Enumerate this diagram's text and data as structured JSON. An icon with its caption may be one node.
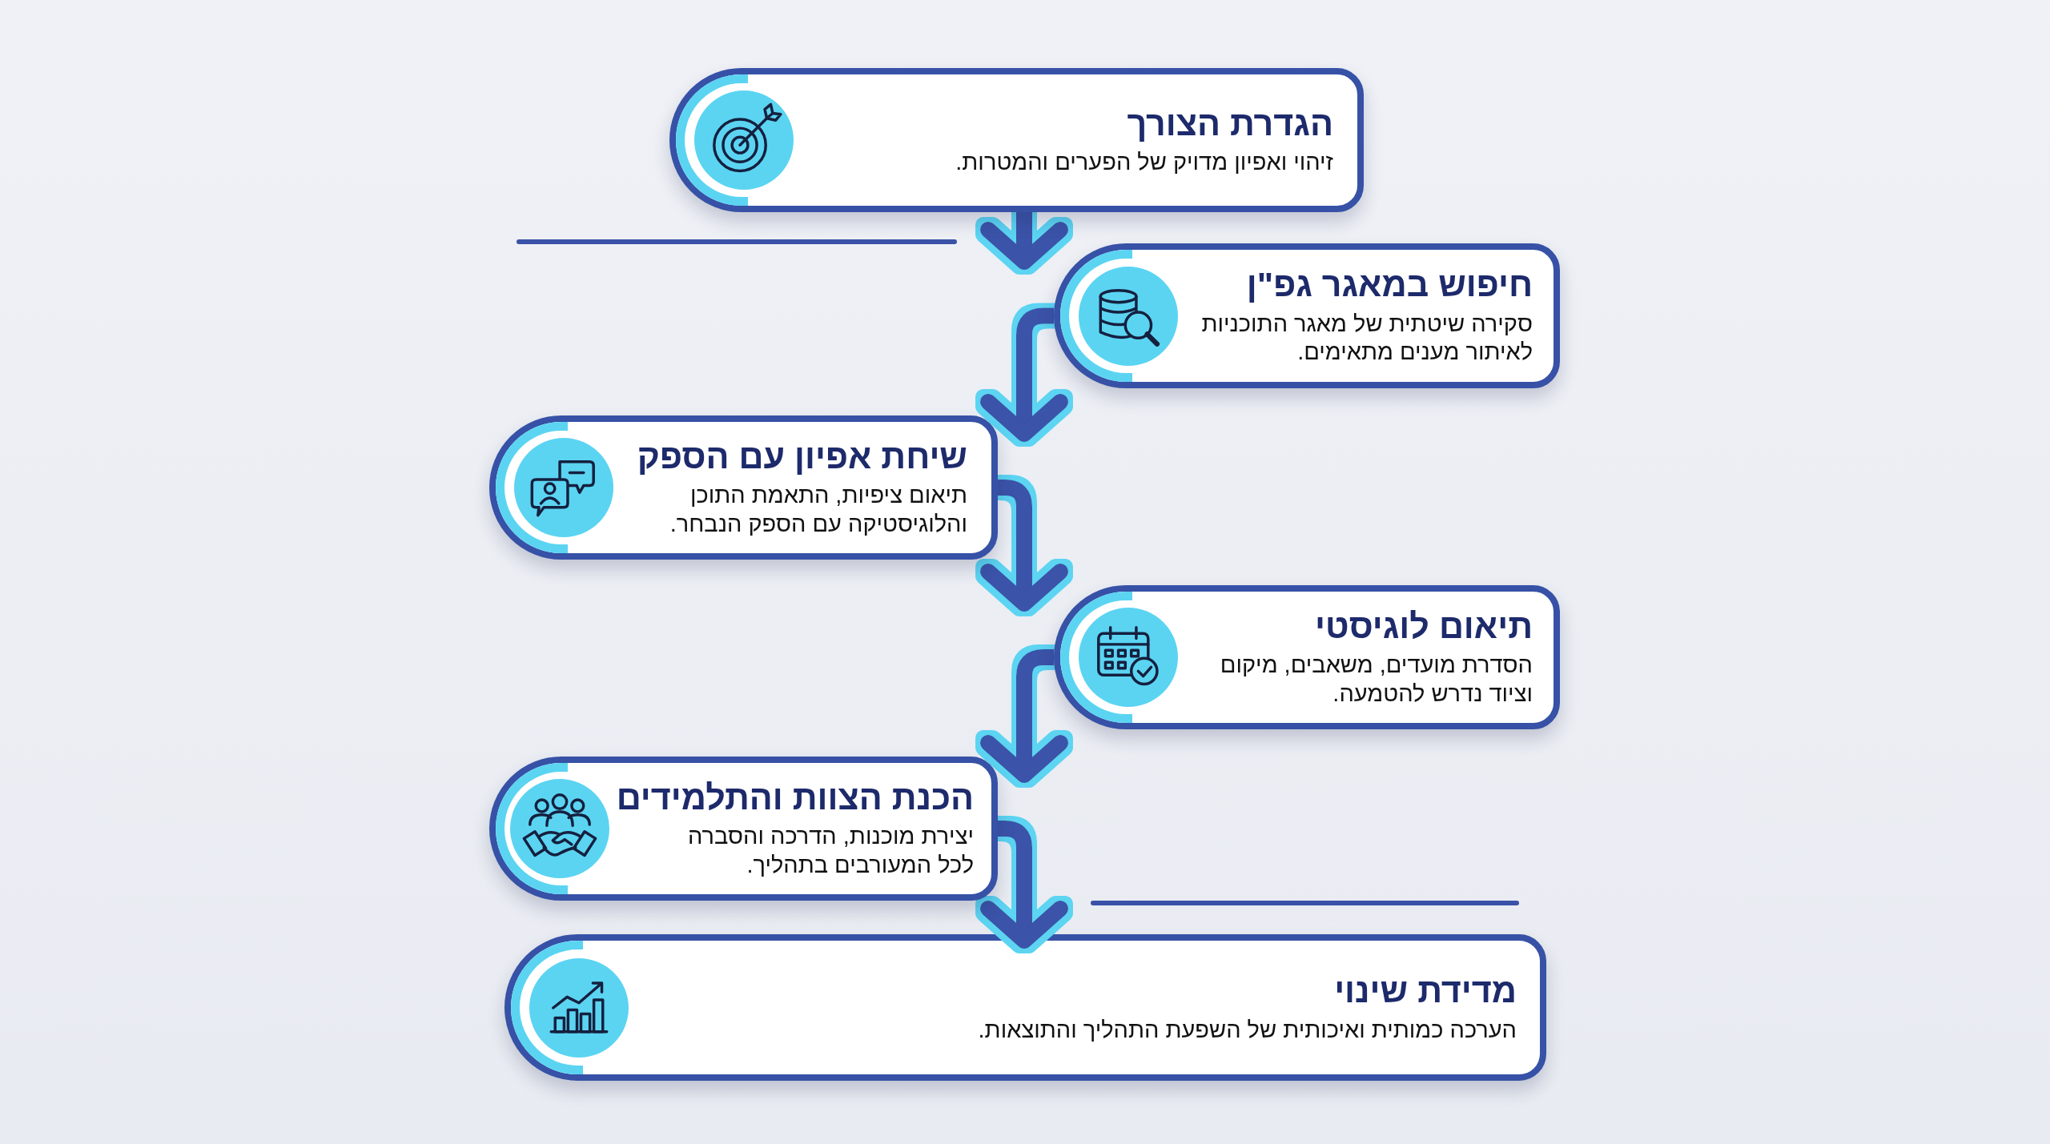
{
  "diagram": {
    "nodes": [
      {
        "text": [
          "הגדרת הצורך",
          "זיהוי ואפיון מדויק של הפערים והמטרות."
        ]
      },
      {
        "text": [
          "חיפוש במאגר גפ\"ן",
          "סקירה שיטתית של מאגר התוכניות לאיתור מענים מתאימים."
        ]
      },
      {
        "text": [
          "שיחת אפיון עם הספק",
          "תיאום ציפיות, התאמת התוכן והלוגיסטיקה עם הספק הנבחר."
        ]
      },
      {
        "text": [
          "תיאום לוגיסטי",
          "הסדרת מועדים, משאבים, מיקום וציוד נדרש להטמעה."
        ]
      },
      {
        "text": [
          "הכנת הצוות והתלמידים",
          "יצירת מוכנות, הדרכה והסברה לכל המעורבים בתהליך."
        ]
      },
      {
        "text": [
          "מדידת שינוי",
          "הערכה כמותית ואיכותית של השפעת התהליך והתוצאות."
        ]
      }
    ],
    "edges": [
      {
        "from": 0,
        "to": 1,
        "arrow": "to"
      },
      {
        "from": 1,
        "to": 2,
        "arrow": "to"
      },
      {
        "from": 2,
        "to": 3,
        "arrow": "to"
      },
      {
        "from": 3,
        "to": 4,
        "arrow": "to"
      },
      {
        "from": 4,
        "to": 5,
        "arrow": "to"
      }
    ]
  }
}
